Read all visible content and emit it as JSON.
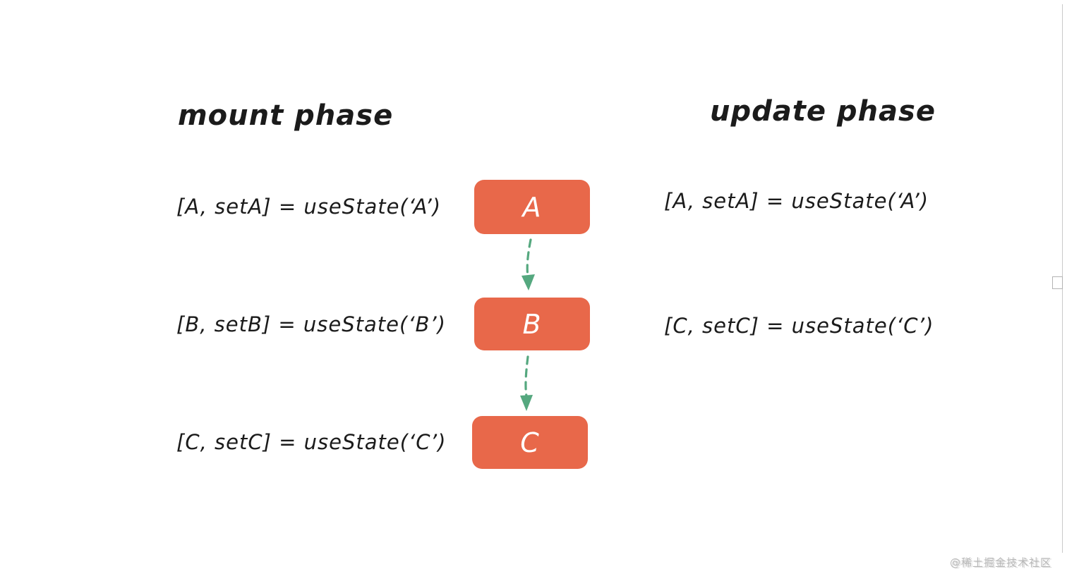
{
  "mount_phase": {
    "title": "mount phase",
    "hooks": [
      "[A, setA] = useState(‘A’)",
      "[B, setB] = useState(‘B’)",
      "[C, setC] = useState(‘C’)"
    ]
  },
  "update_phase": {
    "title": "update phase",
    "hooks": [
      "[A, setA] = useState(‘A’)",
      "[C, setC] = useState(‘C’)"
    ]
  },
  "nodes": [
    "A",
    "B",
    "C"
  ],
  "watermark": "@稀土掘金技术社区",
  "colors": {
    "node_fill": "#E8684A",
    "node_text": "#FFFFFF",
    "arrow": "#55A87F",
    "text": "#1B1B1B",
    "watermark": "#B8B8B8"
  }
}
